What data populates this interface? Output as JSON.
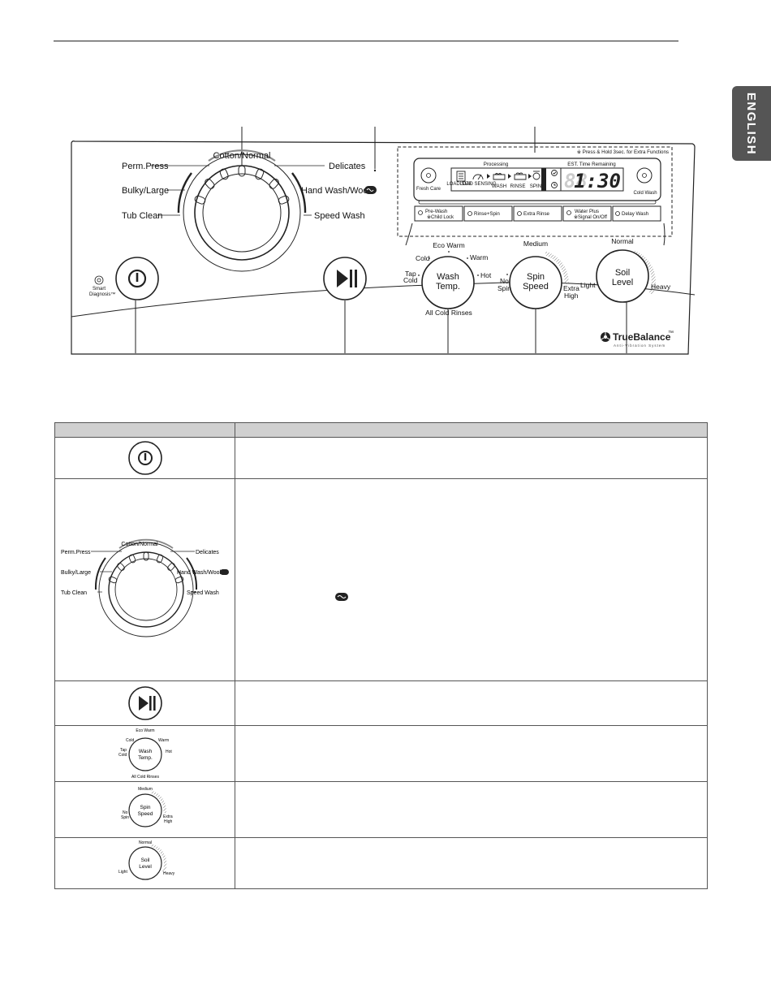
{
  "side_tab": {
    "label": "ENGLISH"
  },
  "panel": {
    "cycle_dial": {
      "options": {
        "cotton_normal": "Cotton/Normal",
        "perm_press": "Perm.Press",
        "delicates": "Delicates",
        "bulky_large": "Bulky/Large",
        "hand_wash_wool": "Hand Wash/Wool",
        "tub_clean": "Tub Clean",
        "speed_wash": "Speed Wash"
      }
    },
    "extra_functions_note": "※ Press & Hold 3sec. for Extra Functions",
    "display": {
      "processing_label": "Processing",
      "est_time_label": "EST. Time Remaining",
      "time": "1:30",
      "stages": {
        "load_size": "LOAD SIZE",
        "load_sensing": "LOAD SENSING",
        "wash": "WASH",
        "rinse": "RINSE",
        "spin": "SPIN"
      }
    },
    "buttons": {
      "fresh_care": "Fresh Care",
      "cold_wash": "Cold Wash",
      "pre_wash": "Pre-Wash",
      "child_lock": "※Child Lock",
      "rinse_spin": "Rinse+Spin",
      "extra_rinse": "Extra Rinse",
      "water_plus": "Water Plus",
      "signal_onoff": "※Signal On/Off",
      "delay_wash": "Delay Wash"
    },
    "wash_temp": {
      "label_line1": "Wash",
      "label_line2": "Temp.",
      "settings": {
        "eco_warm": "Eco Warm",
        "cold": "Cold",
        "warm": "Warm",
        "tap_cold_1": "Tap",
        "tap_cold_2": "Cold",
        "hot": "Hot",
        "all_cold_rinses": "All Cold Rinses"
      }
    },
    "spin_speed": {
      "label_line1": "Spin",
      "label_line2": "Speed",
      "settings": {
        "medium": "Medium",
        "no_spin_1": "No",
        "no_spin_2": "Spin",
        "extra_high_1": "Extra",
        "extra_high_2": "High"
      }
    },
    "soil_level": {
      "label_line1": "Soil",
      "label_line2": "Level",
      "settings": {
        "normal": "Normal",
        "light": "Light",
        "heavy": "Heavy"
      }
    },
    "smart_diagnosis_1": "Smart",
    "smart_diagnosis_2": "Diagnosis™",
    "brand": {
      "name": "TrueBalance",
      "tm": "™",
      "tagline": "Anti-Vibration System"
    }
  },
  "colors": {
    "side_tab": "#555555",
    "table_header": "#d0d0d0",
    "display_glow": "#cccccc"
  }
}
